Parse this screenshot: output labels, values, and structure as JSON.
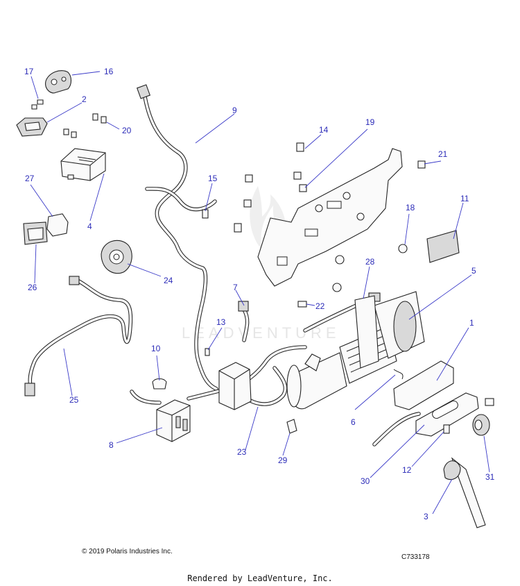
{
  "callouts": {
    "c1": "1",
    "c2": "2",
    "c3": "3",
    "c4": "4",
    "c5": "5",
    "c6": "6",
    "c7": "7",
    "c8": "8",
    "c9": "9",
    "c10": "10",
    "c11": "11",
    "c12": "12",
    "c13": "13",
    "c14": "14",
    "c15": "15",
    "c16": "16",
    "c17": "17",
    "c18": "18",
    "c19": "19",
    "c20": "20",
    "c21": "21",
    "c22": "22",
    "c23": "23",
    "c24": "24",
    "c25": "25",
    "c26": "26",
    "c27": "27",
    "c28": "28",
    "c29": "29",
    "c30": "30",
    "c31": "31"
  },
  "footer": {
    "copyright": "© 2019 Polaris Industries Inc.",
    "drawing_number": "C733178",
    "rendered_by": "Rendered by LeadVenture, Inc."
  },
  "watermark": {
    "text": "LEADVENTURE"
  },
  "colors": {
    "callout": "#2b2bb8",
    "leader": "#3a3ac8",
    "line_art": "#222222"
  }
}
